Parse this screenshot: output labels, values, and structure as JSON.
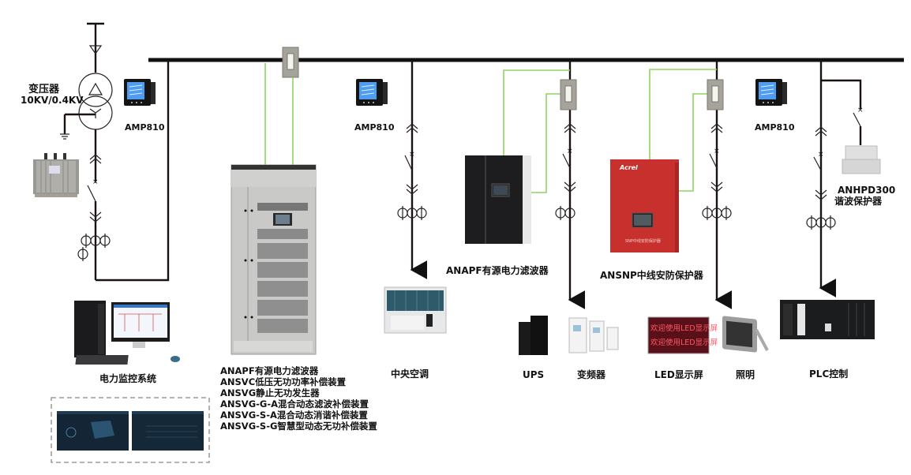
{
  "transformer": {
    "name": "变压器",
    "rating": "10KV/0.4KV"
  },
  "meters": [
    {
      "label": "AMP810"
    },
    {
      "label": "AMP810"
    },
    {
      "label": "AMP810"
    }
  ],
  "cabinet_list": [
    "ANAPF有源电力滤波器",
    "ANSVC低压无功功率补偿装置",
    "ANSVG静止无功发生器",
    "ANSVG-G-A混合动态滤波补偿装置",
    "ANSVG-S-A混合动态消谐补偿装置",
    "ANSVG-S-G智慧型动态无功补偿装置"
  ],
  "devices": {
    "monitoring": "电力监控系统",
    "hvac": "中央空调",
    "apf": "ANAPF有源电力滤波器",
    "snp": "ANSNP中线安防保护器",
    "snp_brand": "Acrel",
    "snp_panel_text": "SNP中线安防保护器",
    "hpd_model": "ANHPD300",
    "hpd_name": "谐波保护器",
    "ups": "UPS",
    "vfd": "变频器",
    "led": "LED显示屏",
    "led_screen_text": [
      "欢迎使用LED显示屏",
      "欢迎使用LED显示屏"
    ],
    "lighting": "照明",
    "plc": "PLC控制"
  },
  "colors": {
    "bus": "#111111",
    "wire": "#1a1210",
    "signal": "#8fd460",
    "snp_red": "#c8302e",
    "apf_black": "#1d1d1f",
    "screen_blue": "#2b6fd8"
  }
}
